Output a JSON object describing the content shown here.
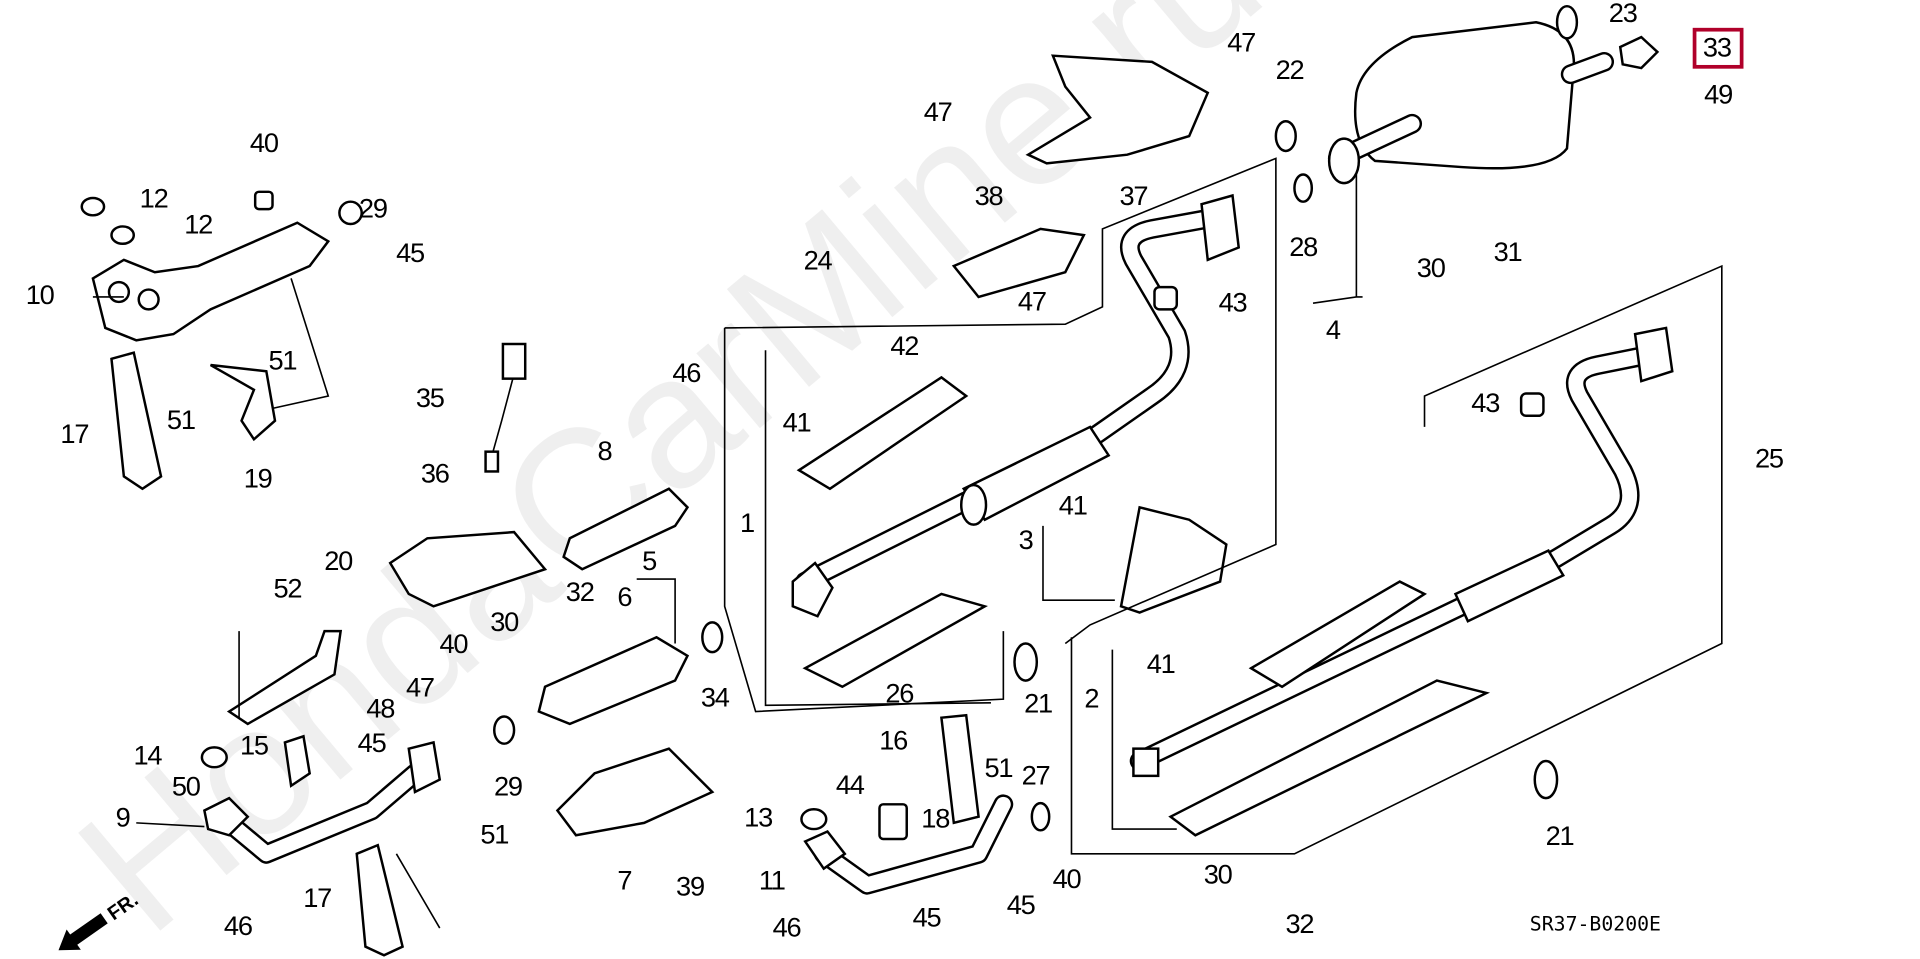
{
  "diagram_code": "SR37-B0200E",
  "direction_label": "FR.",
  "watermark": "HondaCarMine.ru",
  "highlight_color": "#b0002a",
  "highlighted_callout": "33",
  "callouts": [
    "12",
    "12",
    "40",
    "29",
    "45",
    "10",
    "51",
    "51",
    "17",
    "19",
    "35",
    "36",
    "8",
    "46",
    "24",
    "42",
    "41",
    "1",
    "47",
    "47",
    "22",
    "37",
    "38",
    "47",
    "43",
    "28",
    "4",
    "23",
    "33",
    "49",
    "30",
    "31",
    "43",
    "25",
    "41",
    "3",
    "20",
    "52",
    "32",
    "6",
    "5",
    "30",
    "40",
    "47",
    "48",
    "34",
    "26",
    "21",
    "41",
    "2",
    "14",
    "15",
    "45",
    "50",
    "29",
    "16",
    "51",
    "27",
    "44",
    "18",
    "13",
    "9",
    "51",
    "7",
    "39",
    "11",
    "40",
    "21",
    "46",
    "17",
    "46",
    "45",
    "45",
    "30",
    "32"
  ]
}
